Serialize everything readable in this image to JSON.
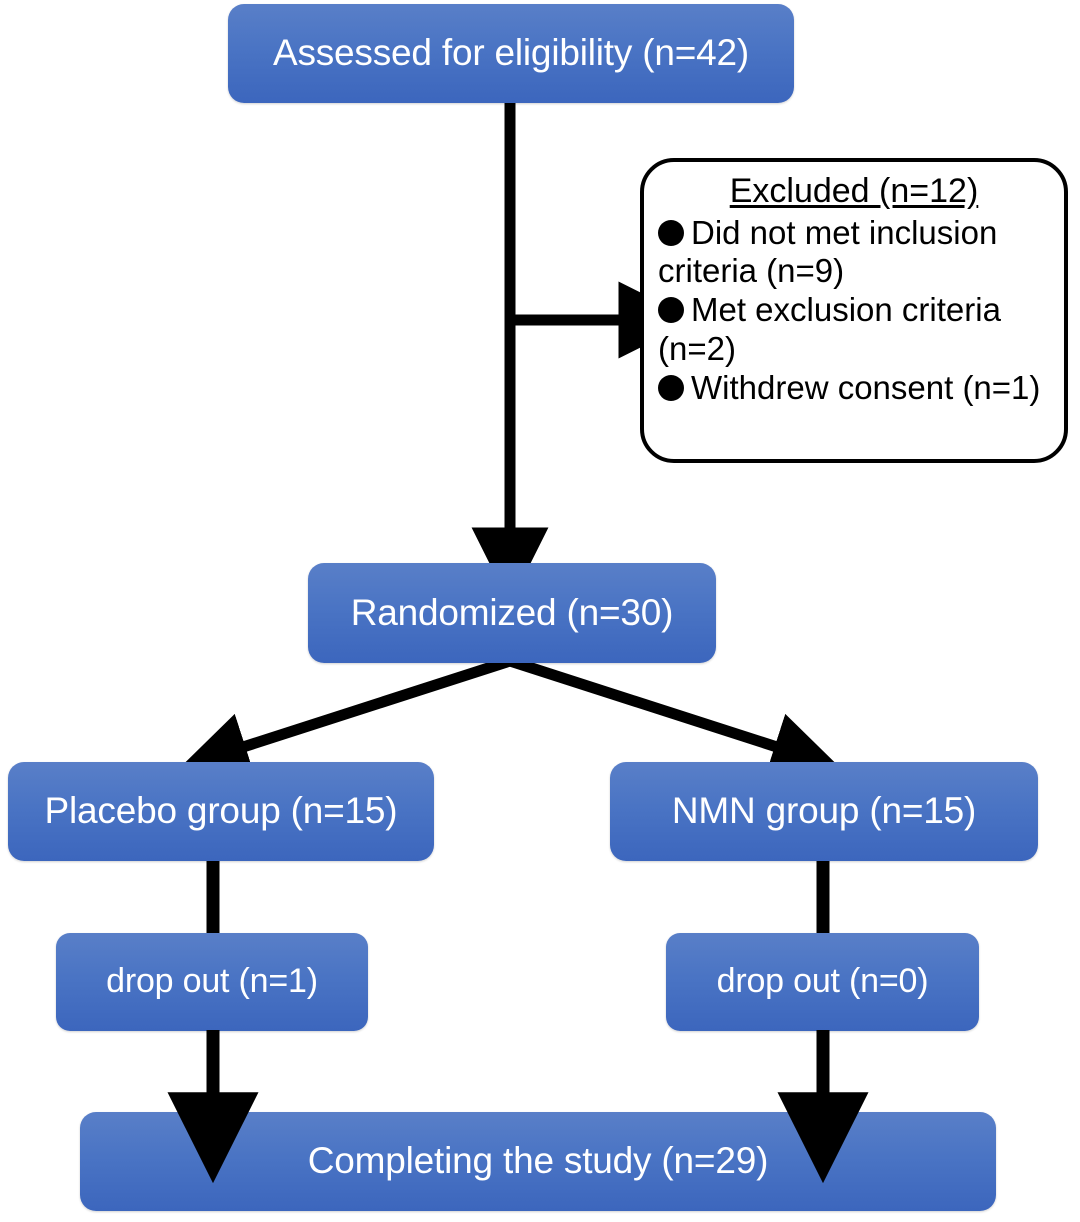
{
  "diagram": {
    "title": "CONSORT participant flow diagram",
    "type": "flowchart",
    "colors": {
      "box_fill_top": "#597fc8",
      "box_fill_bottom": "#3c66bd",
      "box_text": "#ffffff",
      "callout_border": "#000000",
      "callout_fill": "#ffffff",
      "connector": "#000000",
      "background": "#ffffff"
    }
  },
  "nodes": {
    "assessed": {
      "label": "Assessed for eligibility (n=42)",
      "n": 42
    },
    "randomized": {
      "label": "Randomized (n=30)",
      "n": 30
    },
    "placebo": {
      "label": "Placebo group (n=15)",
      "n": 15
    },
    "nmn": {
      "label": "NMN group (n=15)",
      "n": 15
    },
    "dropout_placebo": {
      "label": "drop out (n=1)",
      "n": 1
    },
    "dropout_nmn": {
      "label": "drop out (n=0)",
      "n": 0
    },
    "completing": {
      "label": "Completing the study (n=29)",
      "n": 29
    }
  },
  "excluded": {
    "title": "Excluded (n=12)",
    "n": 12,
    "bullet": "filled-circle",
    "reasons": [
      {
        "text": "Did not met inclusion criteria (n=9)",
        "n": 9
      },
      {
        "text": "Met exclusion criteria (n=2)",
        "n": 2
      },
      {
        "text": "Withdrew consent (n=1)",
        "n": 1
      }
    ]
  },
  "edges": [
    {
      "from": "assessed",
      "to": "randomized",
      "style": "straight-arrow-down"
    },
    {
      "from": "assessed",
      "to": "excluded",
      "style": "elbow-arrow-right"
    },
    {
      "from": "randomized",
      "to": "placebo",
      "style": "diagonal-arrow-down-left"
    },
    {
      "from": "randomized",
      "to": "nmn",
      "style": "diagonal-arrow-down-right"
    },
    {
      "from": "placebo",
      "to": "completing",
      "style": "straight-arrow-down-through-dropout"
    },
    {
      "from": "nmn",
      "to": "completing",
      "style": "straight-arrow-down-through-dropout"
    }
  ]
}
